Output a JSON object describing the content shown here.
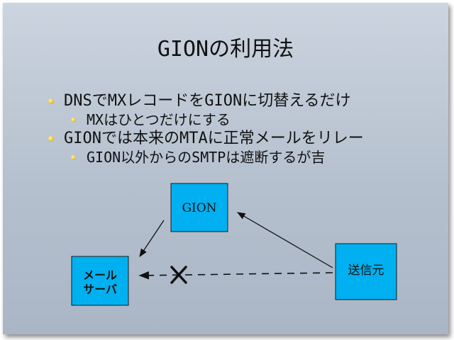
{
  "slide": {
    "title": "GIONの利用法",
    "bullets": [
      {
        "level": 1,
        "text": "DNSでMXレコードをGIONに切替えるだけ"
      },
      {
        "level": 2,
        "text": "MXはひとつだけにする"
      },
      {
        "level": 1,
        "text": "GIONでは本来のMTAに正常メールをリレー"
      },
      {
        "level": 2,
        "text": "GION以外からのSMTPは遮断するが吉"
      }
    ]
  },
  "diagram": {
    "nodes": {
      "gion": "GION",
      "mail_server_line1": "メール",
      "mail_server_line2": "サーバ",
      "sender": "送信元"
    },
    "blocked_mark": "✕",
    "colors": {
      "node_fill": "#00b0f0",
      "node_stroke": "#1a1a1a",
      "arrow": "#111111"
    }
  }
}
